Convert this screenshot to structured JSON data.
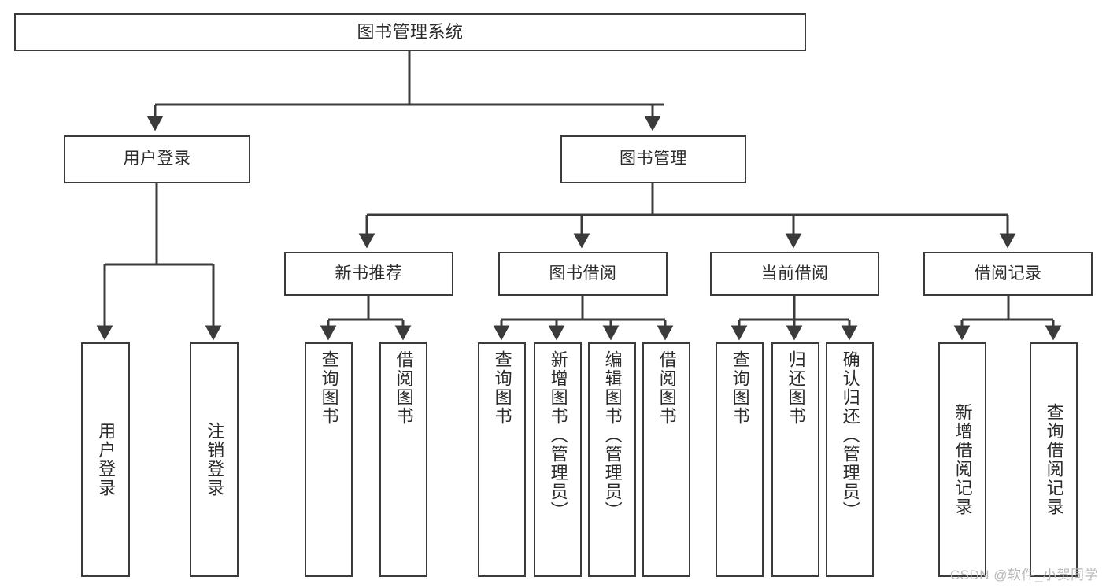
{
  "diagram": {
    "type": "tree-hierarchy-chart",
    "title": "图书管理系统",
    "watermark": "CSDN @软件_小贺同学",
    "colors": {
      "box_border": "#3b3b3b",
      "box_fill": "#ffffff",
      "connector": "#3b3b3b",
      "text": "#2b2b2b",
      "watermark": "#b9b9b9"
    },
    "levels": {
      "root": {
        "label": "图书管理系统"
      },
      "level2": [
        {
          "label": "用户登录"
        },
        {
          "label": "图书管理"
        }
      ],
      "level3": [
        {
          "label": "新书推荐"
        },
        {
          "label": "图书借阅"
        },
        {
          "label": "当前借阅"
        },
        {
          "label": "借阅记录"
        }
      ],
      "leaves": [
        {
          "label": "用户登录",
          "parent": "用户登录"
        },
        {
          "label": "注销登录",
          "parent": "用户登录"
        },
        {
          "label": "查询图书",
          "parent": "新书推荐"
        },
        {
          "label": "借阅图书",
          "parent": "新书推荐"
        },
        {
          "label": "查询图书",
          "parent": "图书借阅"
        },
        {
          "label": "新增图书（管理员）",
          "parent": "图书借阅"
        },
        {
          "label": "编辑图书（管理员）",
          "parent": "图书借阅"
        },
        {
          "label": "借阅图书",
          "parent": "图书借阅"
        },
        {
          "label": "查询图书",
          "parent": "当前借阅"
        },
        {
          "label": "归还图书",
          "parent": "当前借阅"
        },
        {
          "label": "确认归还（管理员）",
          "parent": "当前借阅"
        },
        {
          "label": "新增借阅记录",
          "parent": "借阅记录"
        },
        {
          "label": "查询借阅记录",
          "parent": "借阅记录"
        }
      ]
    }
  }
}
